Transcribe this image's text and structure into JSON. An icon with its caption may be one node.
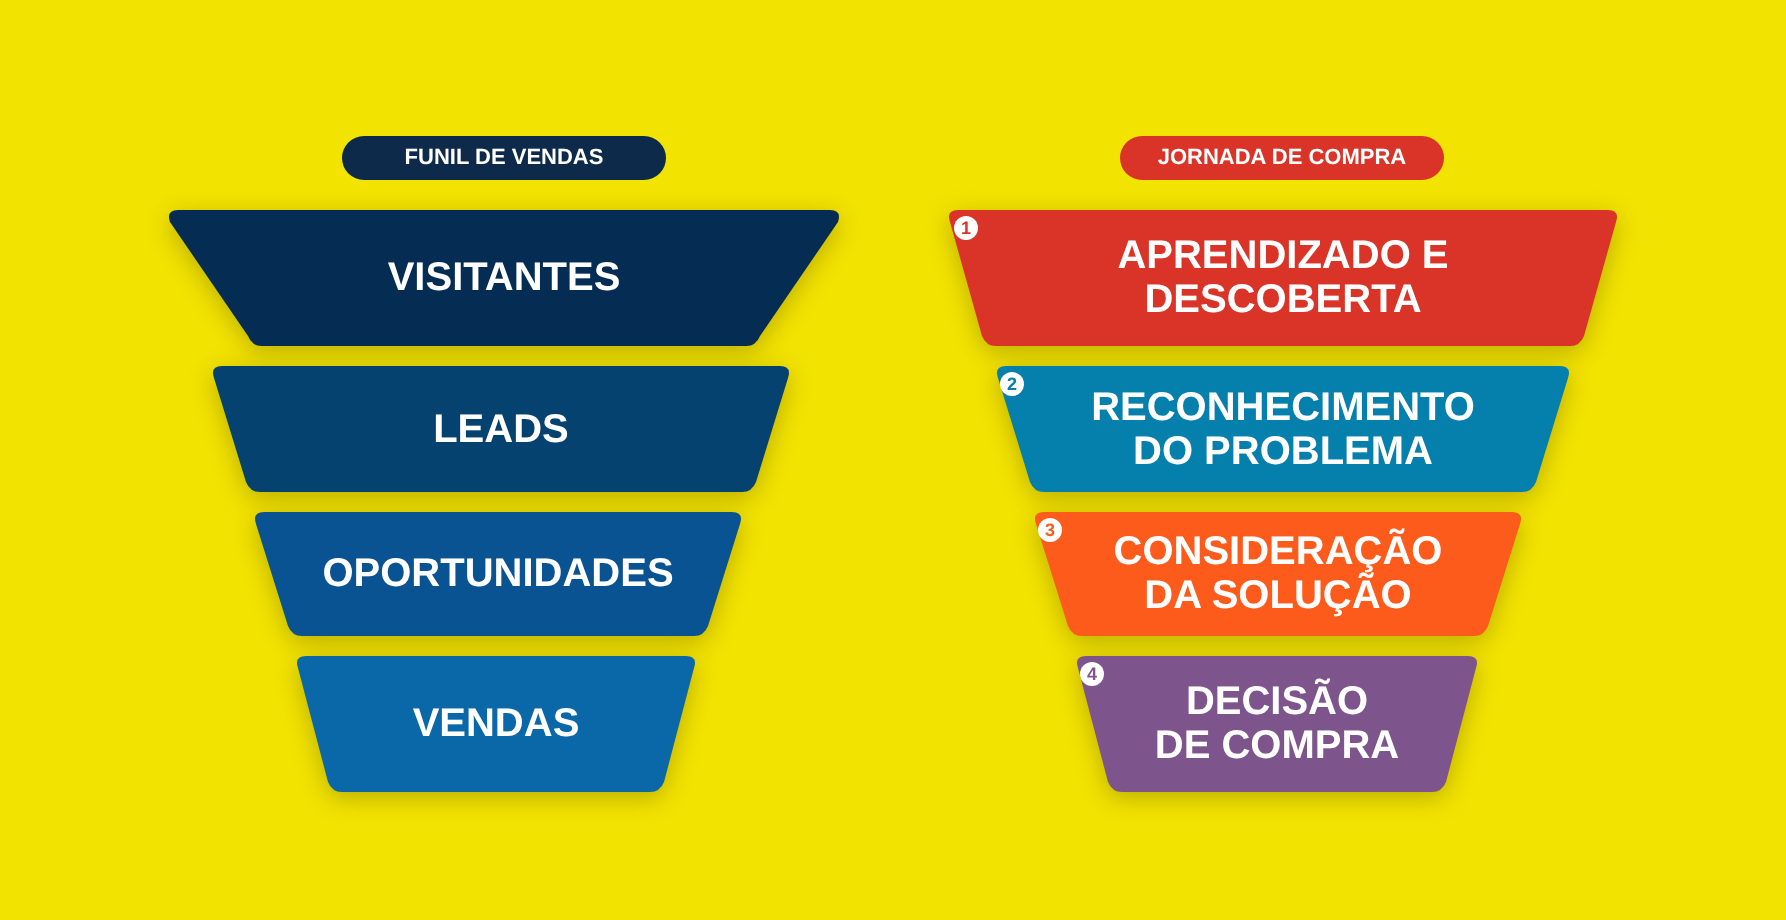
{
  "diagram": {
    "nodes": [
      {
        "text": [
          "FUNIL DE VENDAS"
        ]
      },
      {
        "text": [
          "VISITANTES"
        ]
      },
      {
        "text": [
          "LEADS"
        ]
      },
      {
        "text": [
          "OPORTUNIDADES"
        ]
      },
      {
        "text": [
          "VENDAS"
        ]
      },
      {
        "text": [
          "JORNADA DE COMPRA"
        ]
      },
      {
        "text": [
          "APRENDIZADO E DESCOBERTA"
        ]
      },
      {
        "text": [
          "1"
        ],
        "in": 6
      },
      {
        "text": [
          "RECONHECIMENTO DO PROBLEMA"
        ]
      },
      {
        "text": [
          "2"
        ],
        "in": 8
      },
      {
        "text": [
          "CONSIDERAÇÃO DA SOLUÇÃO"
        ]
      },
      {
        "text": [
          "3"
        ],
        "in": 10
      },
      {
        "text": [
          "DECISÃO DE COMPRA"
        ]
      },
      {
        "text": [
          "4"
        ],
        "in": 12
      }
    ]
  }
}
